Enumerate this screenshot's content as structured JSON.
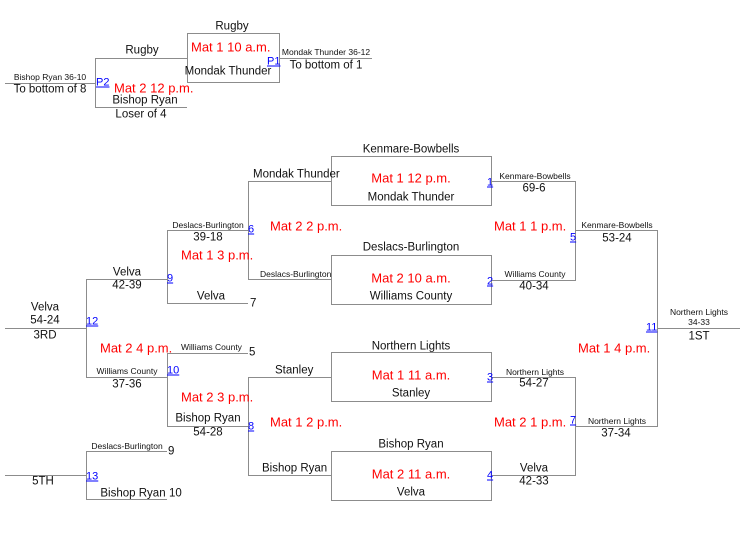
{
  "colors": {
    "line": "#8c8c8c",
    "time": "#ff0000",
    "link": "#0000ff"
  },
  "pigtail": {
    "p1": {
      "top": "Rugby",
      "time": "Mat 1 10 a.m.",
      "bottom": "Mondak Thunder",
      "num": "P1",
      "result": "Mondak Thunder 36-12",
      "note": "To bottom of 1"
    },
    "p2": {
      "top": "Rugby",
      "time": "Mat 2 12 p.m.",
      "bottom": "Bishop Ryan",
      "below": "Loser of 4",
      "num": "P2",
      "result": "Bishop Ryan 36-10",
      "note": "To bottom of 8"
    }
  },
  "first_round": [
    {
      "num": "1",
      "top": "Kenmare-Bowbells",
      "bottom": "Mondak Thunder",
      "time": "Mat 1 12 p.m.",
      "winner": "Kenmare-Bowbells",
      "score": "69-6"
    },
    {
      "num": "2",
      "top": "Deslacs-Burlington",
      "bottom": "Williams County",
      "time": "Mat 2 10 a.m.",
      "winner": "Williams County",
      "score": "40-34"
    },
    {
      "num": "3",
      "top": "Northern Lights",
      "bottom": "Stanley",
      "time": "Mat 1 11 a.m.",
      "winner": "Northern Lights",
      "score": "54-27"
    },
    {
      "num": "4",
      "top": "Bishop Ryan",
      "bottom": "Velva",
      "time": "Mat 2 11 a.m.",
      "winner": "Velva",
      "score": "42-33"
    }
  ],
  "semis": [
    {
      "num": "5",
      "time": "Mat 1 1 p.m.",
      "winner": "Kenmare-Bowbells",
      "score": "53-24"
    },
    {
      "num": "7",
      "time": "Mat 2 1 p.m.",
      "winner": "Northern Lights",
      "score": "37-34"
    }
  ],
  "final": {
    "num": "11",
    "time": "Mat 1 4 p.m.",
    "winner": "Northern Lights",
    "score": "34-33",
    "place": "1ST"
  },
  "consolation": {
    "m6": {
      "num": "6",
      "time": "Mat 2 2 p.m.",
      "top": "Mondak Thunder",
      "bottom": "Deslacs-Burlington",
      "winner": "Deslacs-Burlington",
      "score": "39-18"
    },
    "m8": {
      "num": "8",
      "time": "Mat 1 2 p.m.",
      "top": "Stanley",
      "bottom": "Bishop Ryan",
      "winner": "Bishop Ryan",
      "score": "54-28"
    },
    "m9": {
      "num": "9",
      "time": "Mat 1 3 p.m.",
      "bottom": "Velva",
      "bottom_ref": "7",
      "winner": "Velva",
      "score": "42-39"
    },
    "m10": {
      "num": "10",
      "time": "Mat 2 3 p.m.",
      "top": "Williams County",
      "top_ref": "5",
      "winner": "Williams County",
      "score": "37-36"
    },
    "m12": {
      "num": "12",
      "time": "Mat 2 4 p.m.",
      "winner": "Velva",
      "score": "54-24",
      "place": "3RD"
    },
    "m13": {
      "num": "13",
      "top": "Deslacs-Burlington",
      "top_ref": "9",
      "bottom": "Bishop Ryan",
      "bottom_ref": "10",
      "place": "5TH"
    }
  }
}
